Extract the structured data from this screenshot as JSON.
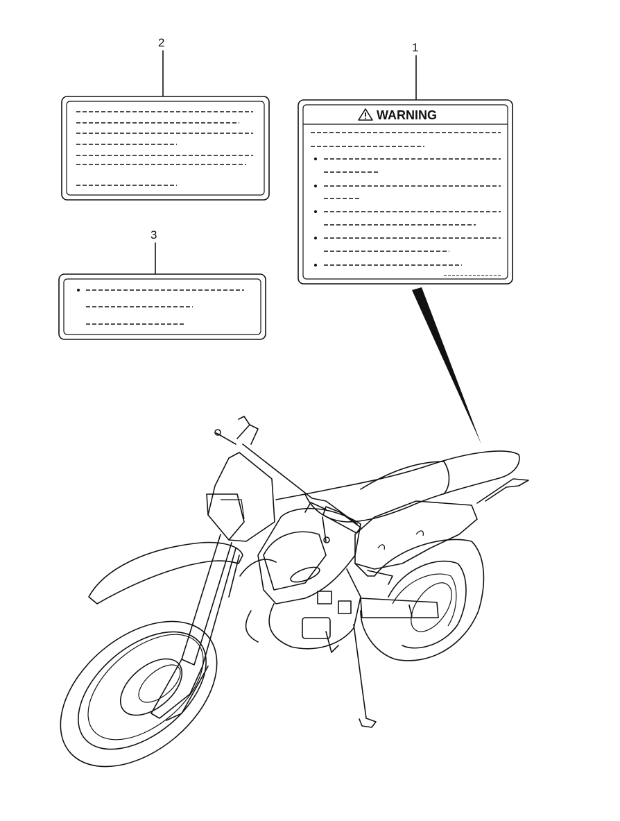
{
  "callouts": [
    {
      "id": "1",
      "label": "1"
    },
    {
      "id": "2",
      "label": "2"
    },
    {
      "id": "3",
      "label": "3"
    }
  ],
  "warning_label": {
    "heading": "WARNING",
    "heading_icon": "warning-triangle-icon"
  },
  "illustration": {
    "subject_icon": "motorcycle-icon"
  }
}
